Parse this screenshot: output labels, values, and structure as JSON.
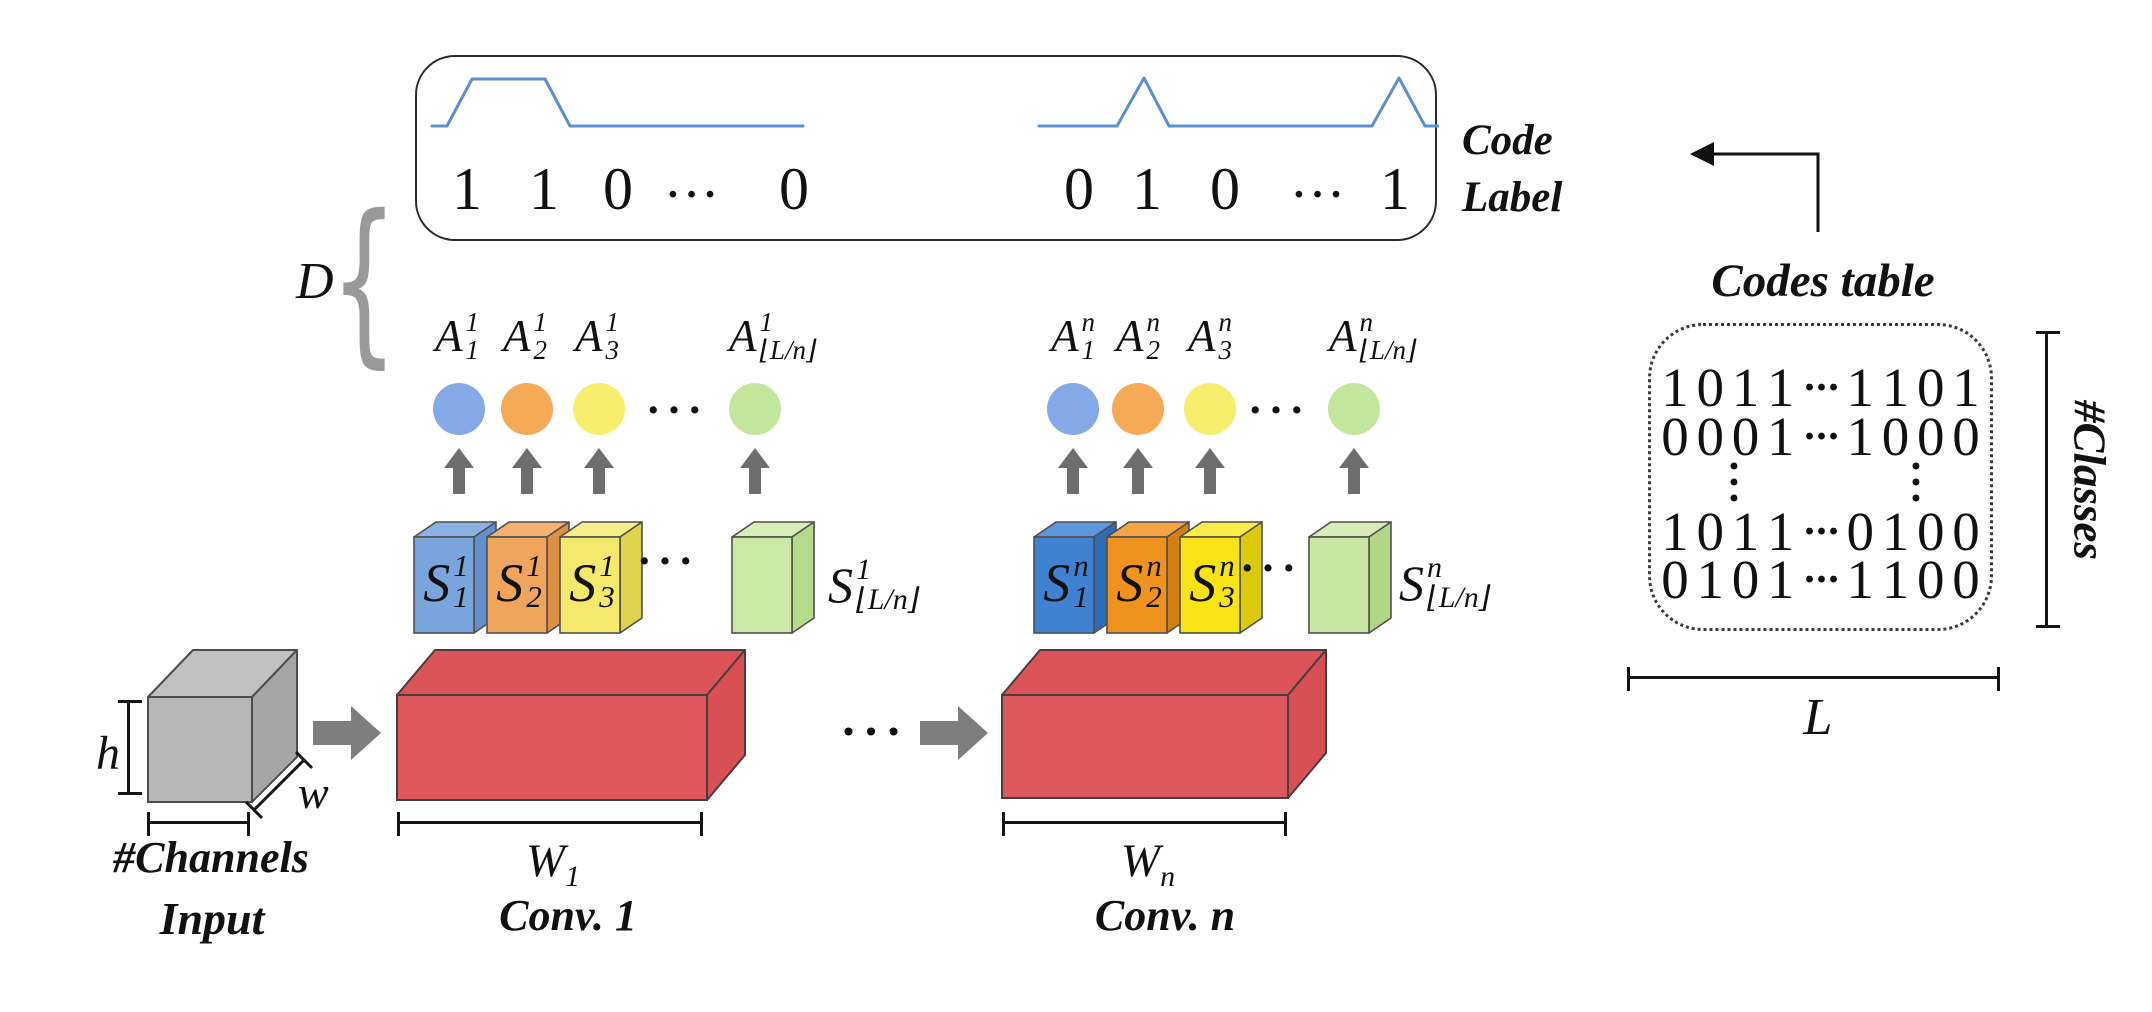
{
  "palette": {
    "wave": "#5b8fd0",
    "circle": {
      "c1": "#84a9e6",
      "c2": "#f5ab55",
      "c3": "#f7ee6d",
      "c4": "#c3e69d"
    },
    "s1": {
      "b": {
        "f": "#7aa5dc",
        "t": "#8bb2e3",
        "s": "#6290cc"
      },
      "o": {
        "f": "#f0a55c",
        "t": "#f3b271",
        "s": "#de8f41"
      },
      "y": {
        "f": "#f4e86d",
        "t": "#f7ee89",
        "s": "#e1d24e"
      },
      "g": {
        "f": "#cbe8a4",
        "t": "#d7eeb6",
        "s": "#b5da8a"
      }
    },
    "sn": {
      "b": {
        "f": "#3f82d2",
        "t": "#5d96db",
        "s": "#2e6cb8"
      },
      "o": {
        "f": "#f0931e",
        "t": "#f4a443",
        "s": "#d47e0f"
      },
      "y": {
        "f": "#f8e414",
        "t": "#fbec48",
        "s": "#dcc90c"
      },
      "g": {
        "f": "#c9e7a2",
        "t": "#d6edb5",
        "s": "#b1d784"
      }
    },
    "red": {
      "f": "#dd585b",
      "t": "#dc5457",
      "s": "#d95054"
    },
    "cube": {
      "f": "#b7b7b7",
      "t": "#c1c1c1",
      "s": "#a6a6a6"
    }
  },
  "code_box": {
    "left": [
      "1",
      "1",
      "0",
      "•••",
      "0"
    ],
    "right": [
      "0",
      "1",
      "0",
      "•••",
      "1"
    ]
  },
  "code_label": {
    "line1": "Code",
    "line2": "Label"
  },
  "depth": {
    "label": "D",
    "brace": "{"
  },
  "conv1": {
    "title": "Conv. 1",
    "width_base": "W",
    "width_sub": "1",
    "a": [
      {
        "b": "A",
        "sup": "1",
        "sub": "1"
      },
      {
        "b": "A",
        "sup": "1",
        "sub": "2"
      },
      {
        "b": "A",
        "sup": "1",
        "sub": "3"
      },
      {
        "b": "A",
        "sup": "1",
        "sub": "⌊L/n⌋"
      }
    ],
    "s": [
      {
        "b": "S",
        "sup": "1",
        "sub": "1"
      },
      {
        "b": "S",
        "sup": "1",
        "sub": "2"
      },
      {
        "b": "S",
        "sup": "1",
        "sub": "3"
      },
      {
        "b": "S",
        "sup": "1",
        "sub": "⌊L/n⌋"
      }
    ],
    "dots": "•••"
  },
  "convn": {
    "title": "Conv. n",
    "width_base": "W",
    "width_sub": "n",
    "a": [
      {
        "b": "A",
        "sup": "n",
        "sub": "1"
      },
      {
        "b": "A",
        "sup": "n",
        "sub": "2"
      },
      {
        "b": "A",
        "sup": "n",
        "sub": "3"
      },
      {
        "b": "A",
        "sup": "n",
        "sub": "⌊L/n⌋"
      }
    ],
    "s": [
      {
        "b": "S",
        "sup": "n",
        "sub": "1"
      },
      {
        "b": "S",
        "sup": "n",
        "sub": "2"
      },
      {
        "b": "S",
        "sup": "n",
        "sub": "3"
      },
      {
        "b": "S",
        "sup": "n",
        "sub": "⌊L/n⌋"
      }
    ],
    "dots": "•••"
  },
  "between": {
    "dots": "•••"
  },
  "input": {
    "title": "Input",
    "height_label": "h",
    "width_label": "w",
    "channels_label": "#Channels"
  },
  "codes_table": {
    "title": "Codes table",
    "classes_label": "#Classes",
    "length_label": "L",
    "rows": [
      {
        "l": "1 0 1 1",
        "d": "···",
        "r": "1 1 0 1"
      },
      {
        "l": "0 0 0 1",
        "d": "···",
        "r": "1 0 0 0"
      },
      {
        "l": "1 0 1 1",
        "d": "···",
        "r": "0 1 0 0"
      },
      {
        "l": "0 1 0 1",
        "d": "···",
        "r": "1 1 0 0"
      }
    ],
    "vdots": "•\n•\n•"
  }
}
